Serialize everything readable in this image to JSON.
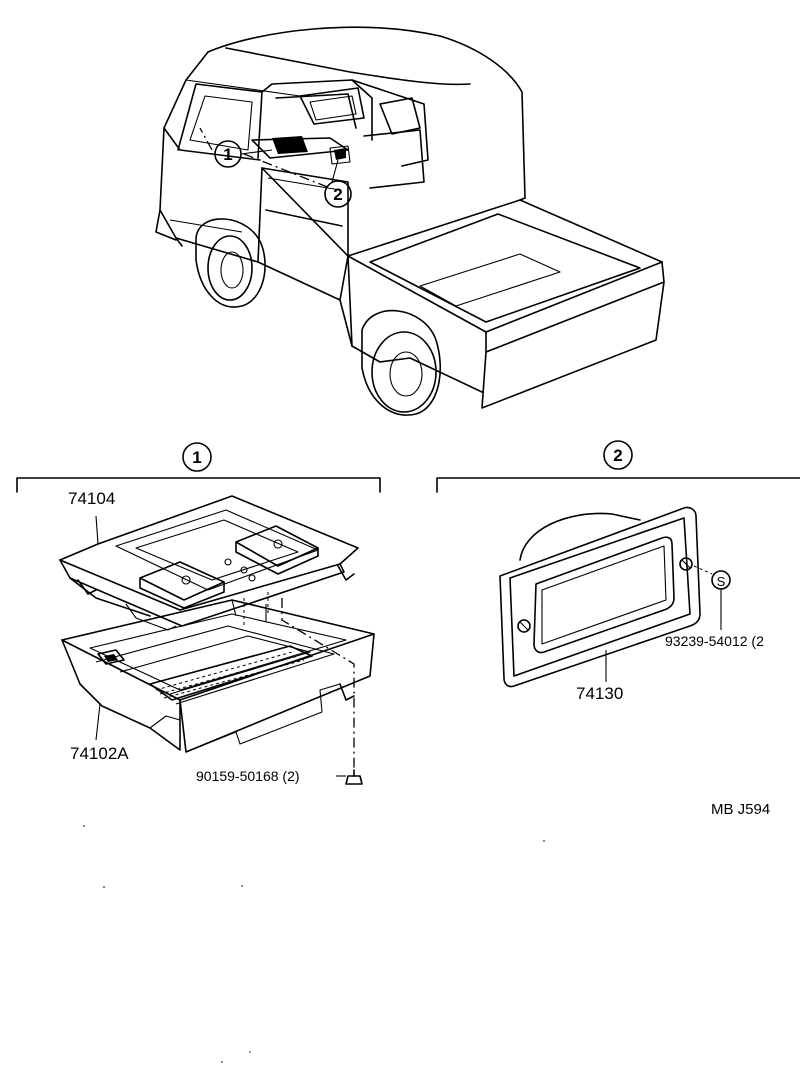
{
  "diagram": {
    "callouts": [
      "1",
      "2"
    ],
    "sections": [
      {
        "id": "1",
        "parts": [
          {
            "number": "74104"
          },
          {
            "number": "74102A"
          },
          {
            "number": "90159-50168 (2)"
          }
        ]
      },
      {
        "id": "2",
        "parts": [
          {
            "number": "74130"
          },
          {
            "number": "93239-54012 (2"
          }
        ],
        "fastener_marker": "S"
      }
    ],
    "footer_code": "MB  J594"
  }
}
